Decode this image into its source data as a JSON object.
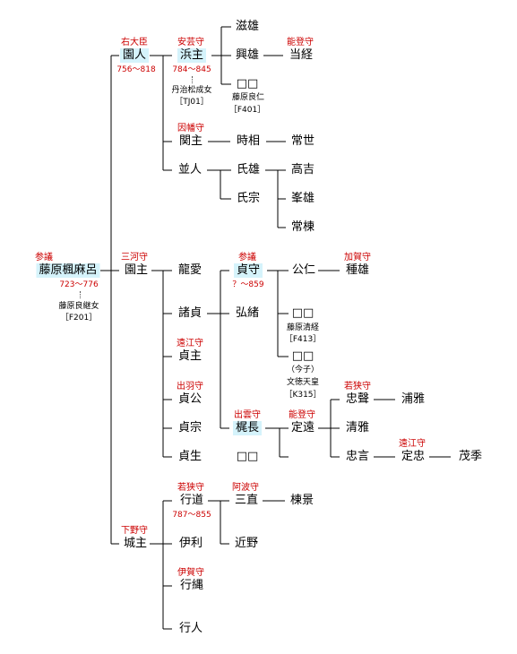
{
  "persons": {
    "fusasaki": {
      "name": "藤原楓麻呂",
      "title": "参議",
      "dates": "723〜776"
    },
    "sonohito": {
      "name": "園人",
      "title": "右大臣",
      "dates": "756〜818"
    },
    "sonoaruji": {
      "name": "園主",
      "title": "三河守"
    },
    "shironushi": {
      "name": "城主",
      "title": "下野守"
    },
    "hamanushi": {
      "name": "浜主",
      "title": "安芸守",
      "dates": "784〜845"
    },
    "sekinushi": {
      "name": "関主",
      "title": "因幡守"
    },
    "namihito": {
      "name": "並人"
    },
    "shigeo": {
      "name": "滋雄"
    },
    "okio": {
      "name": "興雄"
    },
    "masatsune": {
      "name": "当経",
      "title": "能登守"
    },
    "unknown1": {
      "name": "□□"
    },
    "tokimasa": {
      "name": "時相"
    },
    "ujio": {
      "name": "氏雄"
    },
    "ujimune": {
      "name": "氏宗"
    },
    "tsuneyo": {
      "name": "常世"
    },
    "takayoshi": {
      "name": "高吉"
    },
    "mineo": {
      "name": "峯雄"
    },
    "tsunemune": {
      "name": "常棟"
    },
    "tatsuai": {
      "name": "龍愛"
    },
    "morosada": {
      "name": "諸貞"
    },
    "sadanushi": {
      "name": "貞主",
      "title": "遠江守"
    },
    "sadakimi": {
      "name": "貞公",
      "title": "出羽守"
    },
    "sadamune": {
      "name": "貞宗"
    },
    "sadao": {
      "name": "貞生"
    },
    "sadamori": {
      "name": "貞守",
      "title": "参議",
      "dates": "？〜859"
    },
    "hirotsugu": {
      "name": "弘緒"
    },
    "kajinaga": {
      "name": "梶長",
      "title": "出雲守"
    },
    "unknown2": {
      "name": "□□"
    },
    "kimihito": {
      "name": "公仁"
    },
    "taneo": {
      "name": "種雄",
      "title": "加賀守"
    },
    "unknown3": {
      "name": "□□"
    },
    "unknown4": {
      "name": "□□"
    },
    "sadatoo": {
      "name": "定遠",
      "title": "能登守"
    },
    "tadaaki": {
      "name": "忠聲",
      "title": "若狭守"
    },
    "kiyomasa": {
      "name": "清雅"
    },
    "tadakoto": {
      "name": "忠言"
    },
    "uramasa": {
      "name": "浦雅"
    },
    "sadatada": {
      "name": "定忠",
      "title": "遠江守"
    },
    "shigesue": {
      "name": "茂季"
    },
    "yukimichi": {
      "name": "行道",
      "title": "若狭守",
      "dates": "787〜855"
    },
    "iri": {
      "name": "伊利"
    },
    "yukitsuna": {
      "name": "行縄",
      "title": "伊賀守"
    },
    "yukihito": {
      "name": "行人"
    },
    "minao": {
      "name": "三直",
      "title": "阿波守"
    },
    "chikano": {
      "name": "近野"
    },
    "munekage": {
      "name": "棟景"
    }
  },
  "spouse_notes": {
    "fusasaki_wife": {
      "line1": "藤原良継女",
      "line2": "［F201］"
    },
    "hamanushi_wife": {
      "line1": "丹治松成女",
      "line2": "［TJ01］"
    },
    "unknown1_note": {
      "line1": "藤原良仁",
      "line2": "［F401］"
    },
    "unknown3_note": {
      "line1": "藤原清経",
      "line2": "［F413］"
    },
    "unknown4_note": {
      "line1": "（今子）",
      "line2": "文徳天皇",
      "line3": "［K315］"
    }
  }
}
